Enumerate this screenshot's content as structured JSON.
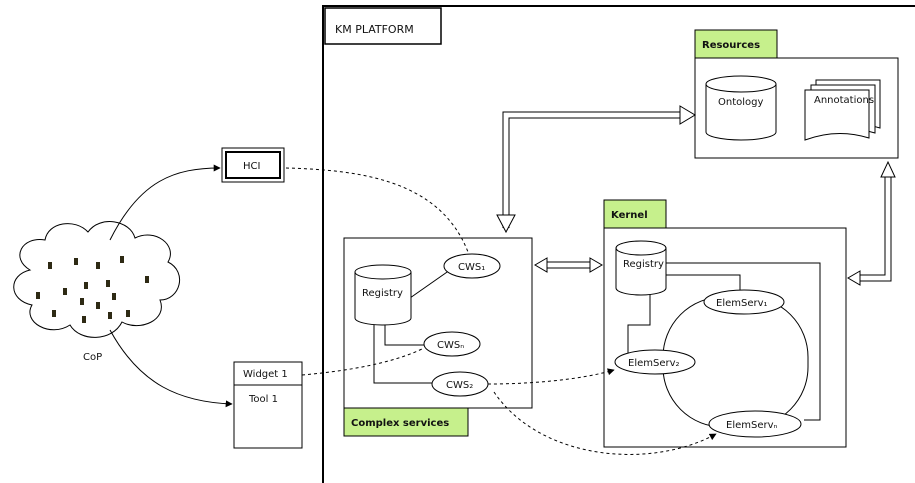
{
  "platform": {
    "title": "KM PLATFORM"
  },
  "resources": {
    "title": "Resources",
    "ontology": "Ontology",
    "annotations": "Annotations"
  },
  "kernel": {
    "title": "Kernel",
    "registry": "Registry",
    "elem1": "ElemServ₁",
    "elem2": "ElemServ₂",
    "elemn": "ElemServₙ"
  },
  "complex": {
    "title": "Complex services",
    "registry": "Registry",
    "cws1": "CWS₁",
    "cwsn": "CWSₙ",
    "cws2": "CWS₂"
  },
  "hci": "HCI",
  "widget": "Widget 1",
  "tool": "Tool 1",
  "cop": "CoP",
  "colors": {
    "label_fill": "#c6f08c",
    "line": "#000000"
  }
}
